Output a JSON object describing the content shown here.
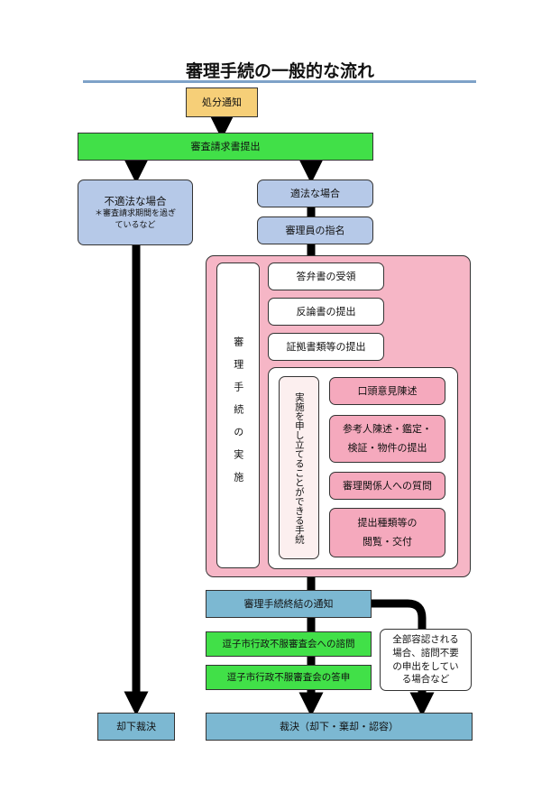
{
  "title": "審理手続の一般的な流れ",
  "boxes": {
    "disposition_notice": "処分通知",
    "request_submission": "審査請求書提出",
    "unlawful": {
      "title": "不適法な場合",
      "note_line1": "＊審査請求期間を過ぎ",
      "note_line2": "ているなど"
    },
    "lawful": "適法な場合",
    "examiner_appointment": "審理員の指名",
    "procedure_vertical": "審理手続の実施",
    "answer_receipt": "答弁書の受領",
    "rebuttal_submission": "反論書の提出",
    "evidence_submission": "証拠書類等の提出",
    "request_procedures_vertical": "実施を申し立てることができる手続",
    "oral_statement": "口頭意見陳述",
    "witness": {
      "line1": "参考人陳述・鑑定・",
      "line2": "検証・物件の提出"
    },
    "questioning": "審理関係人への質問",
    "documents": {
      "line1": "提出種類等の",
      "line2": "閲覧・交付"
    },
    "procedure_end": "審理手続終結の通知",
    "council_inquiry": "逗子市行政不服審査会への諮問",
    "council_answer": "逗子市行政不服審査会の答申",
    "exception": {
      "line1": "全部容認される",
      "line2": "場合、諮問不要",
      "line3": "の申出をしてい",
      "line4": "る場合など"
    },
    "dismissal": "却下裁決",
    "decision": "裁決（却下・棄却・認容）"
  },
  "colors": {
    "orange": "#f6cf78",
    "green": "#41e048",
    "blue": "#b6c9e8",
    "teal": "#7cb8d2",
    "pink": "#f6b6c6",
    "rule": "#7ea2c8",
    "arrow": "#000000"
  }
}
